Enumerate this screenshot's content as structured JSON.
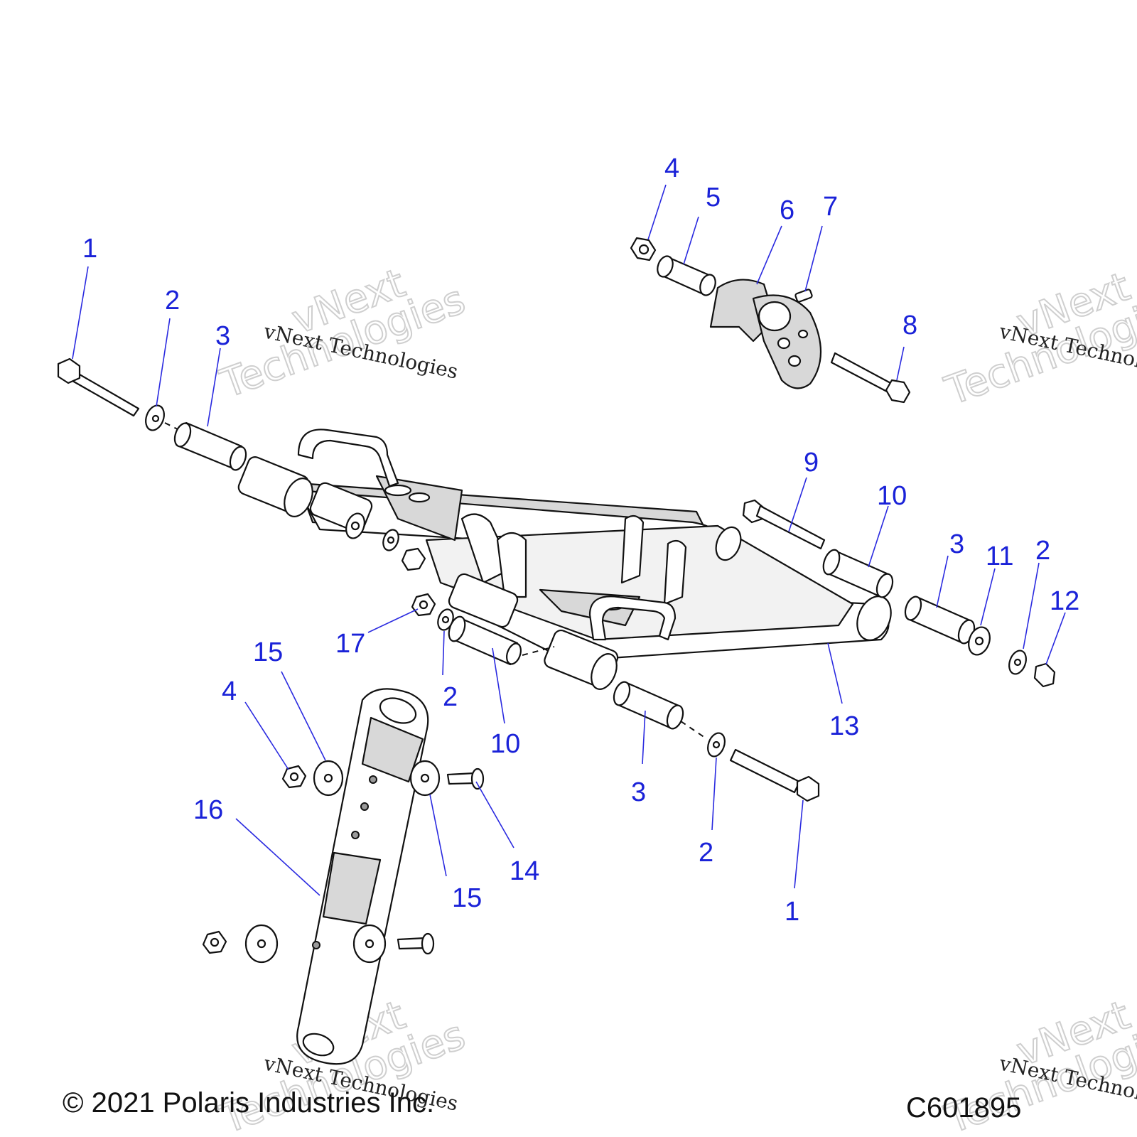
{
  "diagram": {
    "callouts": [
      {
        "id": "c1a",
        "label": "1"
      },
      {
        "id": "c2a",
        "label": "2"
      },
      {
        "id": "c3a",
        "label": "3"
      },
      {
        "id": "c4a",
        "label": "4"
      },
      {
        "id": "c5",
        "label": "5"
      },
      {
        "id": "c6",
        "label": "6"
      },
      {
        "id": "c7",
        "label": "7"
      },
      {
        "id": "c8",
        "label": "8"
      },
      {
        "id": "c9",
        "label": "9"
      },
      {
        "id": "c10a",
        "label": "10"
      },
      {
        "id": "c3b",
        "label": "3"
      },
      {
        "id": "c11",
        "label": "11"
      },
      {
        "id": "c2b",
        "label": "2"
      },
      {
        "id": "c12",
        "label": "12"
      },
      {
        "id": "c17",
        "label": "17"
      },
      {
        "id": "c15a",
        "label": "15"
      },
      {
        "id": "c4b",
        "label": "4"
      },
      {
        "id": "c2c",
        "label": "2"
      },
      {
        "id": "c10b",
        "label": "10"
      },
      {
        "id": "c13",
        "label": "13"
      },
      {
        "id": "c3c",
        "label": "3"
      },
      {
        "id": "c16",
        "label": "16"
      },
      {
        "id": "c14",
        "label": "14"
      },
      {
        "id": "c15b",
        "label": "15"
      },
      {
        "id": "c2d",
        "label": "2"
      },
      {
        "id": "c1b",
        "label": "1"
      }
    ],
    "watermark_small": "vNext Technologies",
    "watermark_big_1": "vNext",
    "watermark_big_2": "Technologies",
    "copyright": "© 2021 Polaris Industries Inc.",
    "figure_code": "C601895"
  },
  "colors": {
    "callout": "#1a22d8",
    "line": "#111111",
    "shade": "#d8d8d8"
  }
}
